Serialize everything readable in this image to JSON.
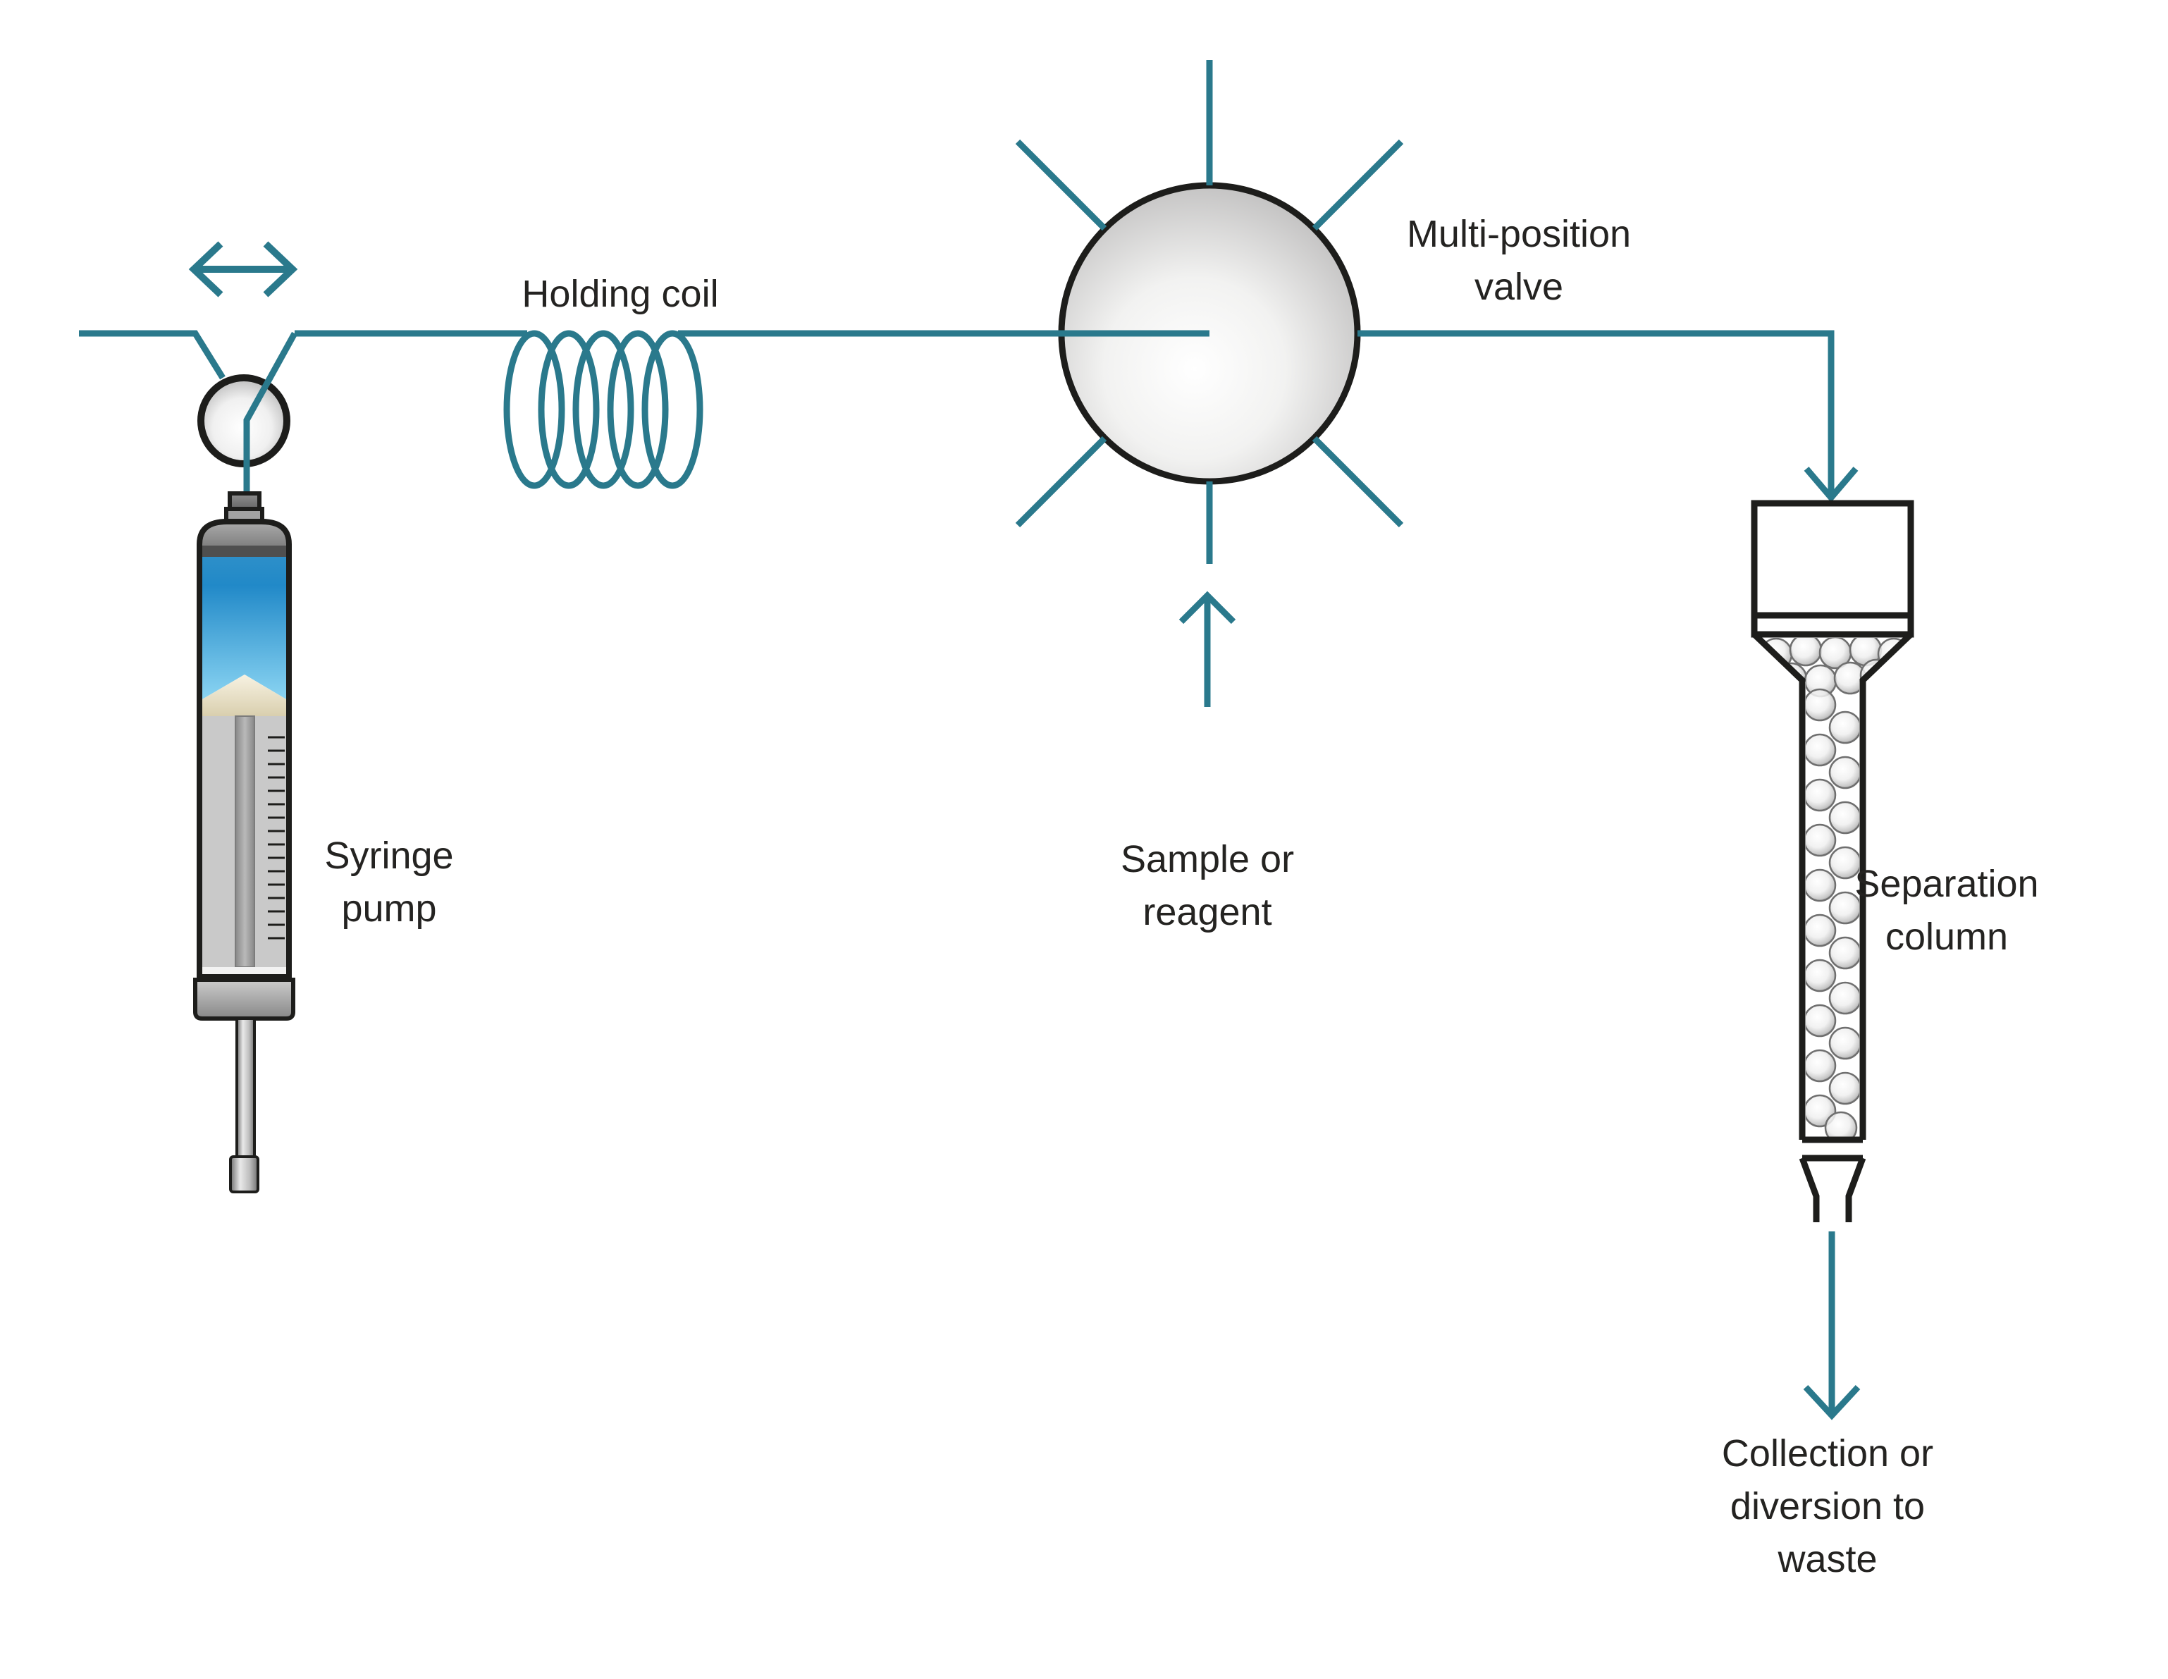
{
  "diagram": {
    "description": "Sequential injection analysis flow schematic",
    "colors": {
      "background": "#ffffff",
      "tube_line": "#2a798c",
      "outline": "#1d1d1b",
      "label_text": "#242321",
      "liquid_top": "#2d8fc9",
      "liquid_bottom": "#8ad4f2",
      "plunger_tip_light": "#f7f2e2",
      "plunger_tip_dark": "#d9cfae",
      "metal_light": "#d9d9d9",
      "metal_dark": "#5c5c5c"
    },
    "icons": {
      "piston_motion": "left-right-arrow-icon",
      "flow_to_column": "down-arrow-icon",
      "sample_inlet": "up-arrow-icon",
      "outlet_flow": "down-arrow-icon"
    },
    "labels": {
      "holding_coil": {
        "lines": [
          "Holding coil"
        ]
      },
      "syringe_pump": {
        "lines": [
          "Syringe",
          "pump"
        ]
      },
      "multi_position_valve": {
        "lines": [
          "Multi-position",
          "valve"
        ]
      },
      "sample_or_reagent": {
        "lines": [
          "Sample or",
          "reagent"
        ]
      },
      "separation_column": {
        "lines": [
          "Separation",
          "column"
        ]
      },
      "collection": {
        "lines": [
          "Collection or",
          "diversion to",
          "waste"
        ]
      }
    }
  }
}
